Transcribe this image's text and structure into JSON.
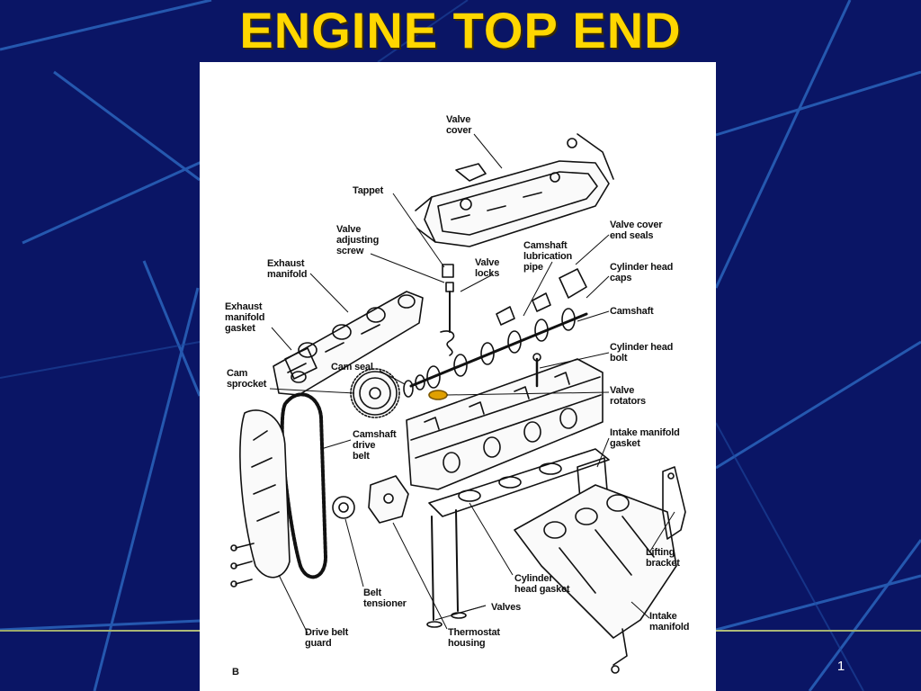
{
  "slide": {
    "title": "ENGINE TOP END",
    "page_number": "1",
    "colors": {
      "background": "#0a1565",
      "title": "#ffd700",
      "accent_lines": "#2f6fc8",
      "highlight_part": "#e0a000"
    }
  },
  "diagram": {
    "figure_letter": "B",
    "labels": [
      {
        "id": "valve-cover",
        "text": "Valve\ncover"
      },
      {
        "id": "tappet",
        "text": "Tappet"
      },
      {
        "id": "valve-adjusting-screw",
        "text": "Valve\nadjusting\nscrew"
      },
      {
        "id": "exhaust-manifold",
        "text": "Exhaust\nmanifold"
      },
      {
        "id": "camshaft-lubrication-pipe",
        "text": "Camshaft\nlubrication\npipe"
      },
      {
        "id": "valve-locks",
        "text": "Valve\nlocks"
      },
      {
        "id": "valve-cover-end-seals",
        "text": "Valve cover\nend seals"
      },
      {
        "id": "cylinder-head-caps",
        "text": "Cylinder head\ncaps"
      },
      {
        "id": "exhaust-manifold-gasket",
        "text": "Exhaust\nmanifold\ngasket"
      },
      {
        "id": "camshaft",
        "text": "Camshaft"
      },
      {
        "id": "cam-seal",
        "text": "Cam seal"
      },
      {
        "id": "cylinder-head-bolt",
        "text": "Cylinder head\nbolt"
      },
      {
        "id": "cam-sprocket",
        "text": "Cam\nsprocket"
      },
      {
        "id": "valve-rotators",
        "text": "Valve\nrotators"
      },
      {
        "id": "camshaft-drive-belt",
        "text": "Camshaft\ndrive\nbelt"
      },
      {
        "id": "intake-manifold-gasket",
        "text": "Intake manifold\ngasket"
      },
      {
        "id": "lifting-bracket",
        "text": "Lifting\nbracket"
      },
      {
        "id": "cylinder-head-gasket",
        "text": "Cylinder\nhead gasket"
      },
      {
        "id": "belt-tensioner",
        "text": "Belt\ntensioner"
      },
      {
        "id": "valves",
        "text": "Valves"
      },
      {
        "id": "intake-manifold",
        "text": "Intake\nmanifold"
      },
      {
        "id": "drive-belt-guard",
        "text": "Drive belt\nguard"
      },
      {
        "id": "thermostat-housing",
        "text": "Thermostat\nhousing"
      }
    ]
  }
}
